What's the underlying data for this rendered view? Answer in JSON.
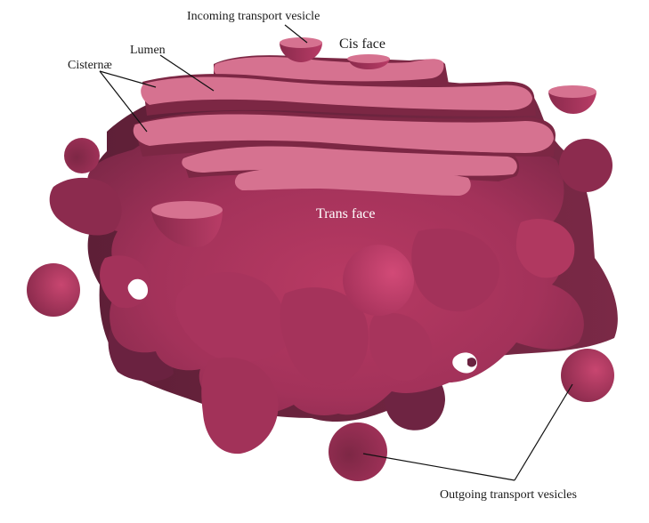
{
  "labels": {
    "incoming": "Incoming transport vesicle",
    "cis_face": "Cis face",
    "lumen": "Lumen",
    "cisternae": "Cisternæ",
    "trans_face": "Trans face",
    "outgoing": "Outgoing transport vesicles"
  },
  "colors": {
    "body_dark": "#6e2440",
    "body_mid": "#a3325a",
    "body_light": "#c0436c",
    "cisterna": "#d67290",
    "cisterna_edge": "#c65f80",
    "gap": "#7c2744"
  }
}
